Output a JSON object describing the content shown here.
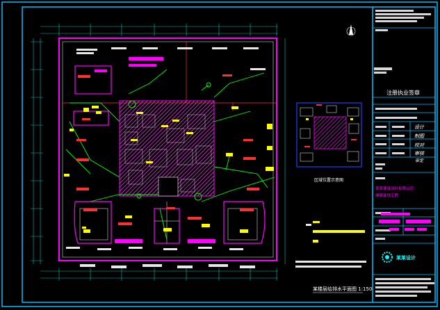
{
  "title_block": {
    "seal_caption": "注册执业签章",
    "role_1": "设计",
    "role_2": "制图",
    "role_3": "校对",
    "role_4": "审核",
    "role_5": "审定",
    "company_line_1": "某某建筑设计有限公司",
    "company_line_2": "建筑装饰工程",
    "logo_text": "某某设计"
  },
  "drawing": {
    "main_title": "某楼层给排水平面图 1:150",
    "key_plan_title": "区域位置示意图"
  },
  "colors": {
    "frame": "#00bfff",
    "cyan": "#00ffff",
    "magenta": "#ff00ff",
    "green": "#00ff00",
    "yellow": "#ffff00",
    "red": "#ff3030",
    "white": "#ffffff",
    "blue": "#2040ff"
  }
}
